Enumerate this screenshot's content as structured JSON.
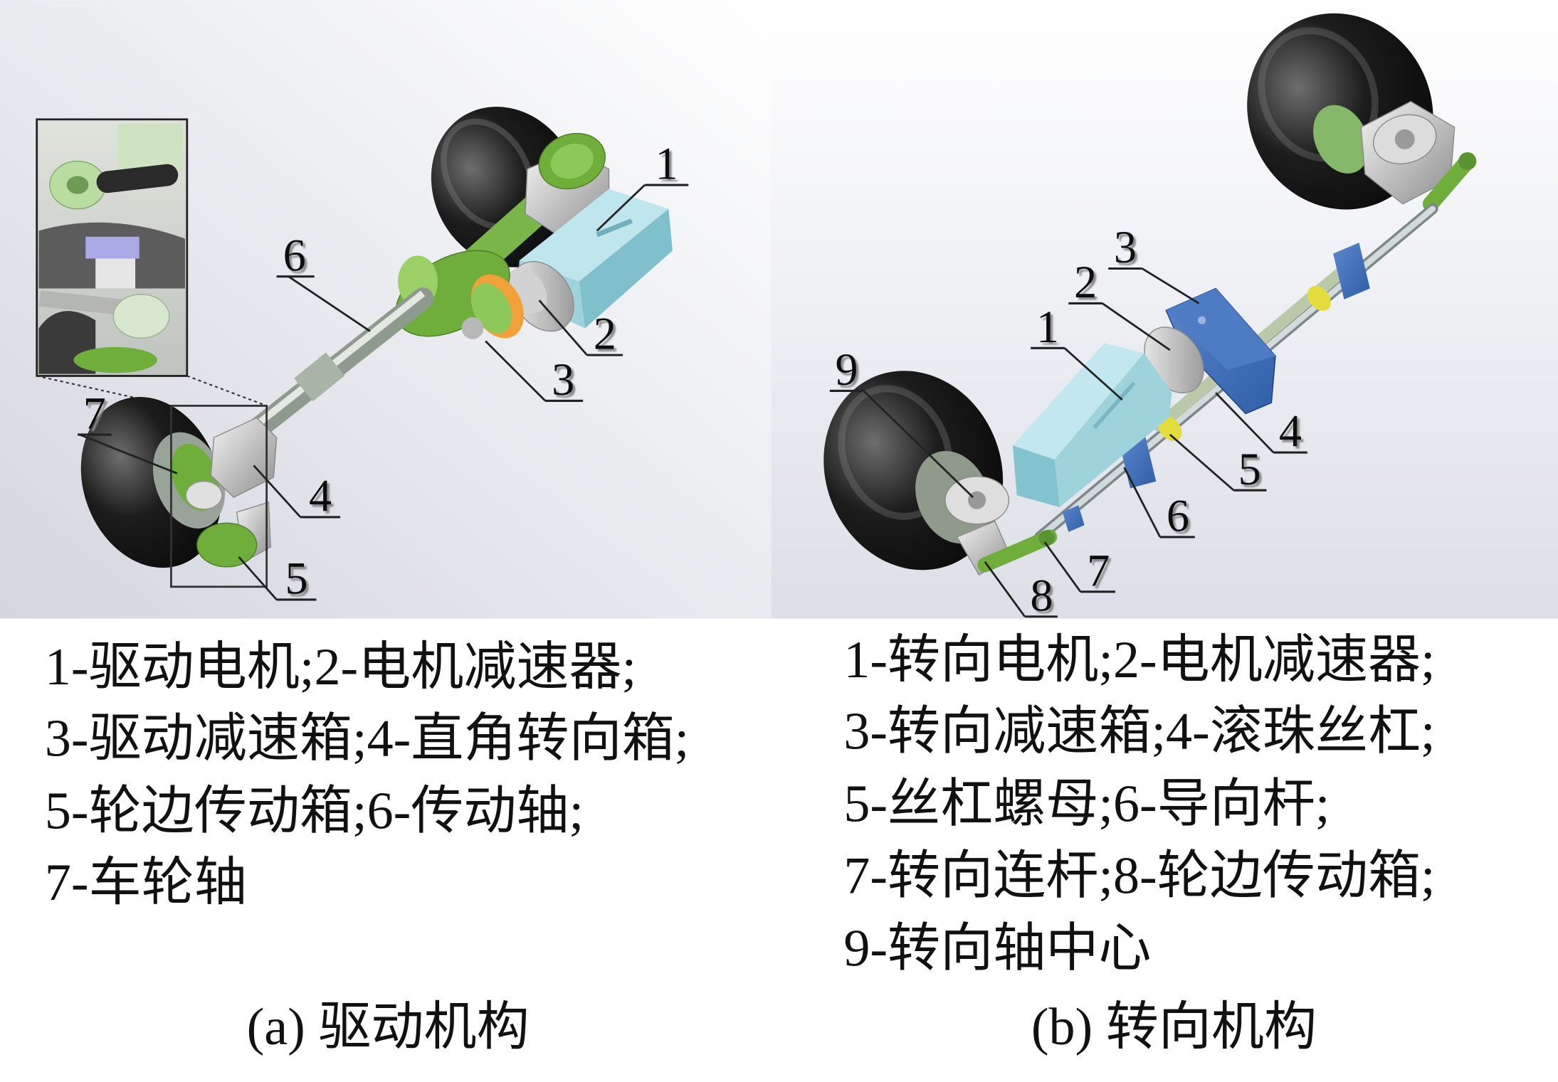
{
  "drive": {
    "callouts": [
      "1",
      "2",
      "3",
      "4",
      "5",
      "6",
      "7"
    ],
    "legend": [
      "1-驱动电机;2-电机减速器;",
      "3-驱动减速箱;4-直角转向箱;",
      "5-轮边传动箱;6-传动轴;",
      "7-车轮轴"
    ],
    "caption": "(a) 驱动机构"
  },
  "steering": {
    "callouts": [
      "1",
      "2",
      "3",
      "4",
      "5",
      "6",
      "7",
      "8",
      "9"
    ],
    "legend": [
      "1-转向电机;2-电机减速器;",
      "3-转向减速箱;4-滚珠丝杠;",
      "5-丝杠螺母;6-导向杆;",
      "7-转向连杆;8-轮边传动箱;",
      "9-转向轴中心"
    ],
    "caption": "(b) 转向机构"
  },
  "colors": {
    "motor": "#9fd3db",
    "gear": "#6fae3a",
    "steering_box": "#2f5fa8",
    "nut": "#e3dc3a",
    "tire": "#0a0a0a",
    "reducer_ring": "#f0a238"
  }
}
